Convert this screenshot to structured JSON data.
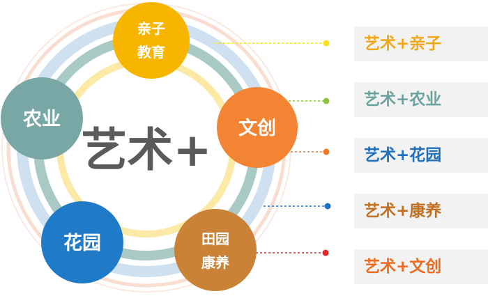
{
  "center": {
    "title": "艺术+",
    "color": "#5b5b5b"
  },
  "nodes": [
    {
      "id": "parent-child-education",
      "lines": [
        "亲子",
        "教育"
      ],
      "color": "#f7b500"
    },
    {
      "id": "agriculture",
      "lines": [
        "农业"
      ],
      "color": "#78a7a5"
    },
    {
      "id": "creative",
      "lines": [
        "文创"
      ],
      "color": "#f28433"
    },
    {
      "id": "garden",
      "lines": [
        "花园"
      ],
      "color": "#1f7ac8"
    },
    {
      "id": "rural-wellness",
      "lines": [
        "田园",
        "康养"
      ],
      "color": "#c98236"
    }
  ],
  "labels": [
    {
      "id": "art-parent-child",
      "text": "艺术+亲子",
      "color": "#f0a818",
      "dot_color": "#f7e01f"
    },
    {
      "id": "art-agriculture",
      "text": "艺术+农业",
      "color": "#6ba3a0",
      "dot_color": "#8cc63f"
    },
    {
      "id": "art-garden",
      "text": "艺术+花园",
      "color": "#1f6fbf",
      "dot_color": "#f47920"
    },
    {
      "id": "art-wellness",
      "text": "艺术+康养",
      "color": "#c07020",
      "dot_color": "#1f6fbf"
    },
    {
      "id": "art-creative",
      "text": "艺术+文创",
      "color": "#ee6a1f",
      "dot_color": "#e8232a"
    }
  ],
  "rings": {
    "outer_pink": "#f9ddd0",
    "light_blue": "#cfe1f1",
    "teal": "#a9c9c5",
    "yellow": "#fde9a6"
  }
}
